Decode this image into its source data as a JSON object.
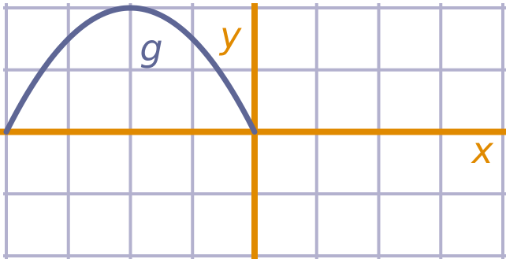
{
  "chart_data": {
    "type": "line",
    "title": "",
    "xlabel": "x",
    "ylabel": "y",
    "xlim": [
      -4,
      4
    ],
    "ylim": [
      -2,
      2
    ],
    "grid": true,
    "series": [
      {
        "name": "g",
        "equation": "y = -x(x + 4)/2",
        "x": [
          -4,
          -3.5,
          -3,
          -2.5,
          -2,
          -1.5,
          -1,
          -0.5,
          0
        ],
        "y": [
          0,
          0.875,
          1.5,
          1.875,
          2,
          1.875,
          1.5,
          0.875,
          0
        ]
      }
    ]
  },
  "colors": {
    "grid": "#b3b1ce",
    "axes": "#e08a00",
    "curve": "#5e6695",
    "background": "#ffffff"
  }
}
